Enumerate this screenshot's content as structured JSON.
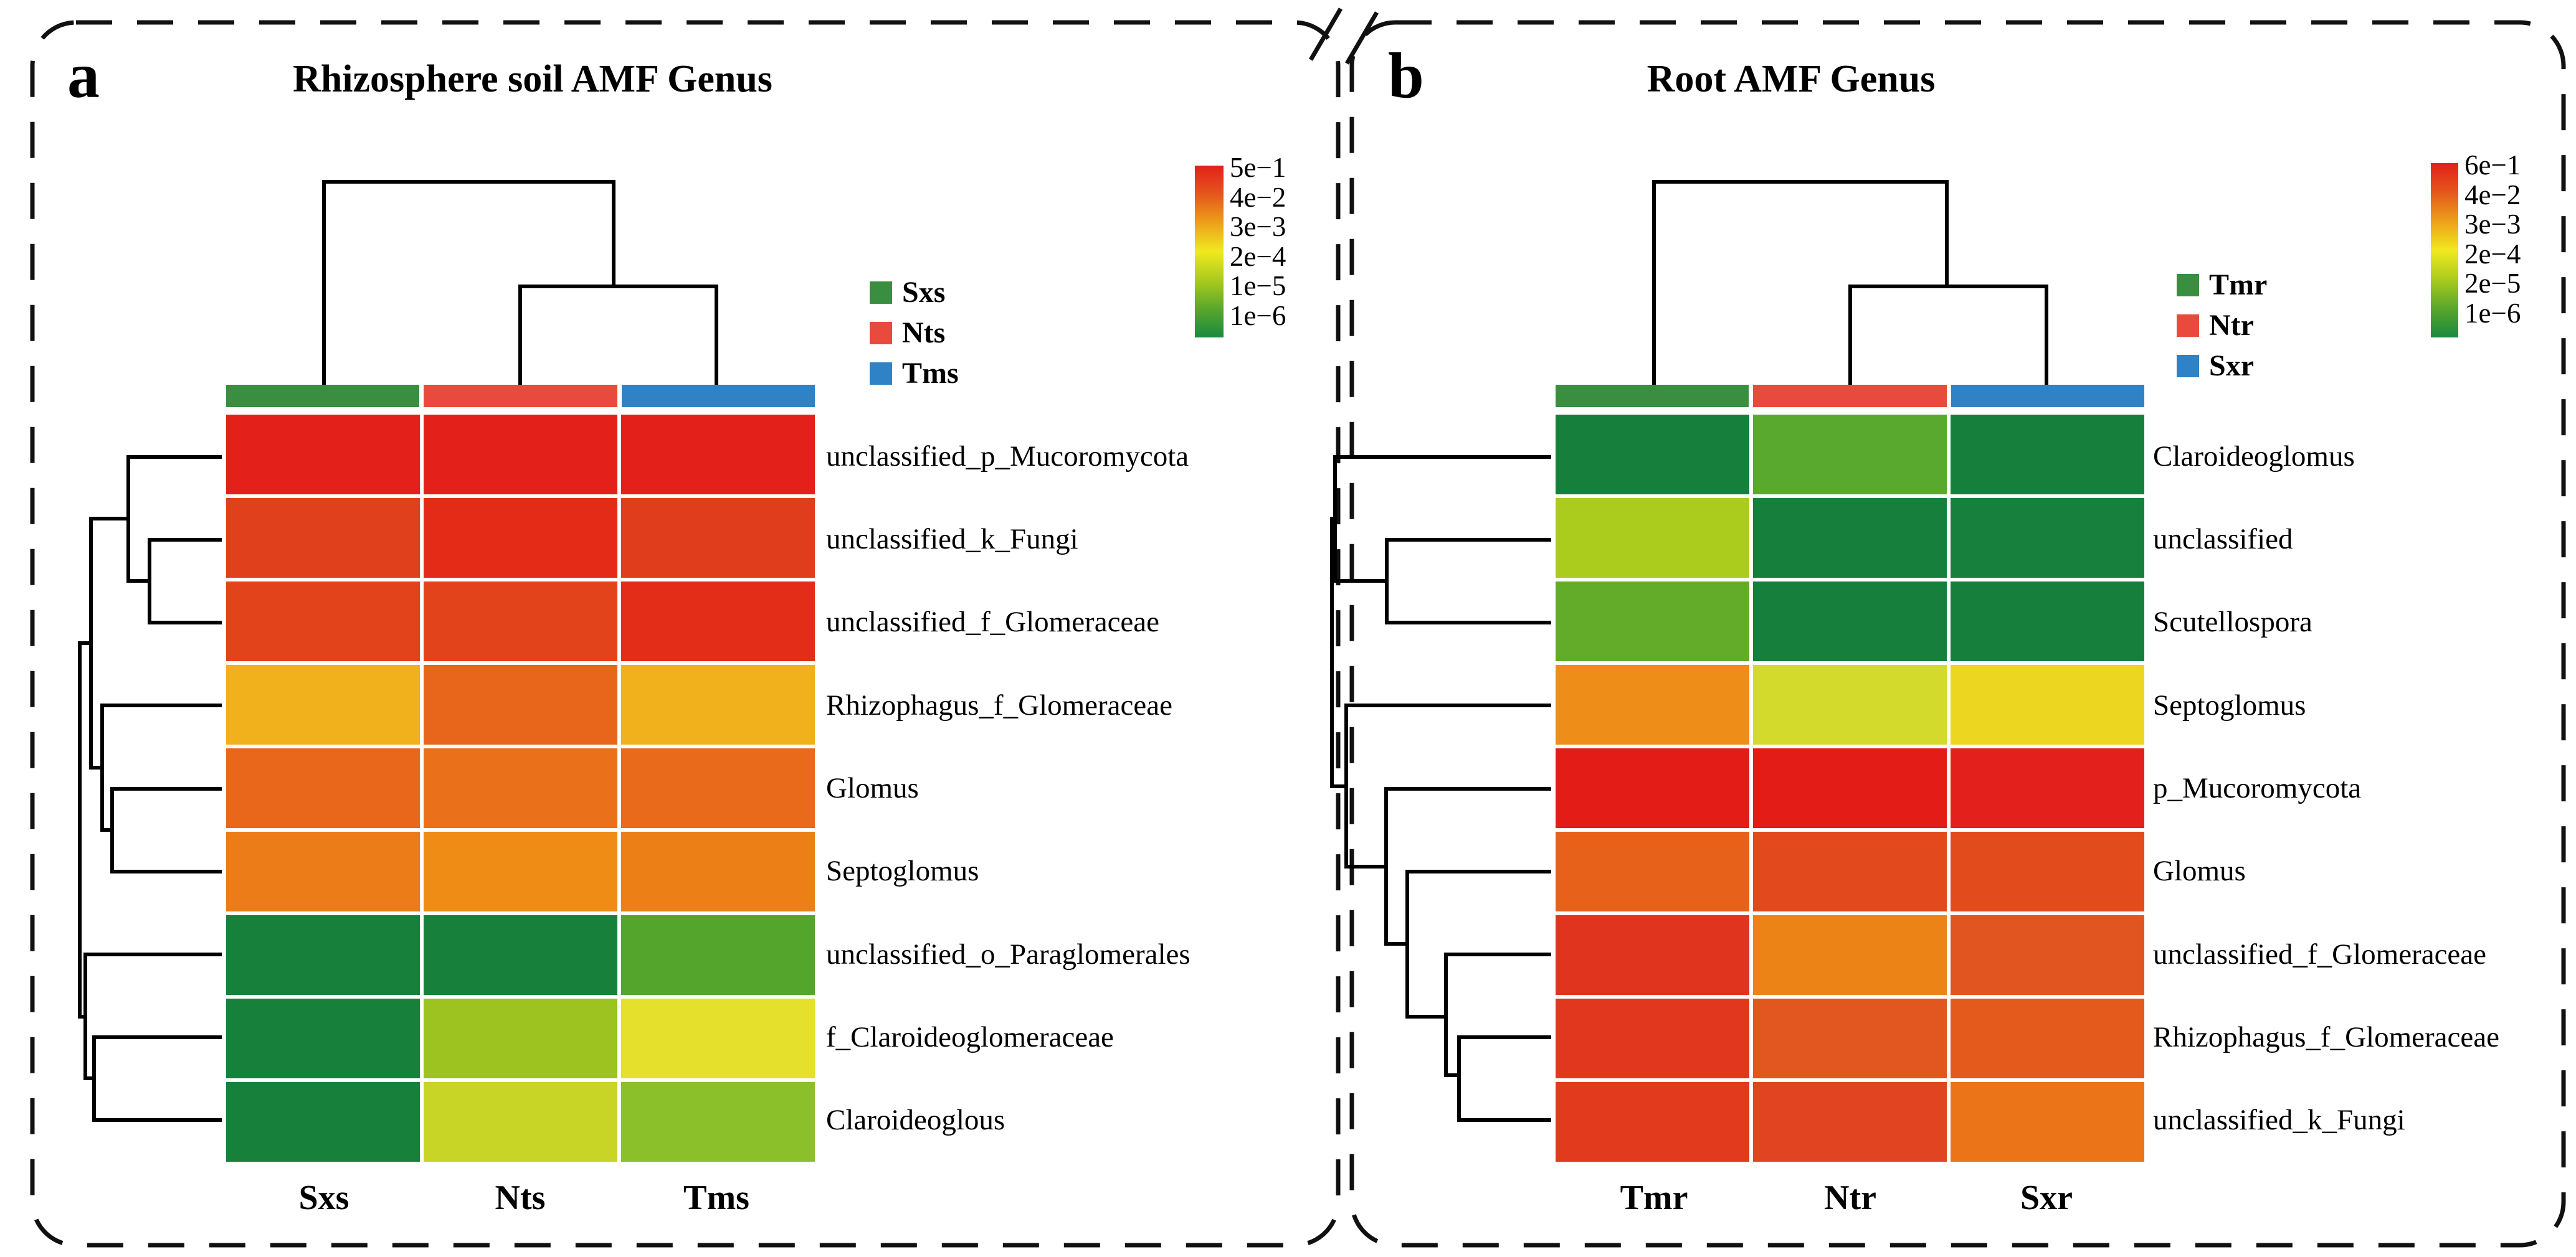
{
  "chart_data": [
    {
      "type": "heatmap",
      "panel": "a",
      "title": "Rhizosphere soil AMF Genus",
      "columns": [
        "Sxs",
        "Nts",
        "Tms"
      ],
      "rows": [
        "unclassified_p_Mucoromycota",
        "unclassified_k_Fungi",
        "unclassified_f_Glomeraceae",
        "Rhizophagus_f_Glomeraceae",
        "Glomus",
        "Septoglomus",
        "unclassified_o_Paraglomerales",
        "f_Claroideoglomeraceae",
        "Claroideoglous"
      ],
      "cell_colors": [
        [
          "#e32019",
          "#e32019",
          "#e32019"
        ],
        [
          "#e0401c",
          "#e32b18",
          "#e03d1c"
        ],
        [
          "#e2431b",
          "#e2431b",
          "#e32d18"
        ],
        [
          "#f0b11c",
          "#e7661c",
          "#f0b11c"
        ],
        [
          "#e9671a",
          "#ea701a",
          "#e96a1a"
        ],
        [
          "#ec7c17",
          "#ee8c15",
          "#ec8017"
        ],
        [
          "#17813c",
          "#17813c",
          "#53a52c"
        ],
        [
          "#17813c",
          "#9cc31f",
          "#e4e02c"
        ],
        [
          "#17813c",
          "#c8d426",
          "#8cc02a"
        ]
      ],
      "approx_values": [
        [
          0.4,
          0.4,
          0.4
        ],
        [
          0.12,
          0.3,
          0.12
        ],
        [
          0.1,
          0.1,
          0.25
        ],
        [
          0.003,
          0.03,
          0.003
        ],
        [
          0.03,
          0.025,
          0.03
        ],
        [
          0.015,
          0.01,
          0.012
        ],
        [
          1e-06,
          1e-06,
          5e-06
        ],
        [
          1e-06,
          3e-05,
          0.0002
        ],
        [
          1e-06,
          8e-05,
          2e-05
        ]
      ],
      "value_scale_ticks": [
        "5e−1",
        "4e−2",
        "3e−3",
        "2e−4",
        "1e−5",
        "1e−6"
      ],
      "legend": [
        {
          "label": "Sxs",
          "color": "#3a8e3f"
        },
        {
          "label": "Nts",
          "color": "#e84a3c"
        },
        {
          "label": "Tms",
          "color": "#2e82c5"
        }
      ],
      "column_strip_colors": [
        "#3a8e3f",
        "#e84a3c",
        "#2e82c5"
      ],
      "col_dendrogram": "(Sxs,(Nts,Tms))",
      "row_dendrogram": "(((r1,(r2,r3)),(r4,(r5,r6))),(r7,(r8,r9)))"
    },
    {
      "type": "heatmap",
      "panel": "b",
      "title": "Root AMF Genus",
      "columns": [
        "Tmr",
        "Ntr",
        "Sxr"
      ],
      "rows": [
        "Claroideoglomus",
        "unclassified",
        "Scutellospora",
        "Septoglomus",
        "p_Mucoromycota",
        "Glomus",
        "unclassified_f_Glomeraceae",
        "Rhizophagus_f_Glomeraceae",
        "unclassified_k_Fungi"
      ],
      "cell_colors": [
        [
          "#157f3b",
          "#58a92d",
          "#157f3b"
        ],
        [
          "#abcb1d",
          "#157f3b",
          "#17803c"
        ],
        [
          "#62ac2a",
          "#157f3b",
          "#157f3b"
        ],
        [
          "#ee8d17",
          "#d4da2b",
          "#ecd61f"
        ],
        [
          "#e31c17",
          "#e31c17",
          "#e3201b"
        ],
        [
          "#e8611b",
          "#e24a1d",
          "#e24b1c"
        ],
        [
          "#e0341f",
          "#eb8317",
          "#e15620"
        ],
        [
          "#e0371e",
          "#e25620",
          "#e4591c"
        ],
        [
          "#e23a1c",
          "#e04421",
          "#ea7417"
        ]
      ],
      "approx_values": [
        [
          1e-06,
          5e-06,
          1e-06
        ],
        [
          4e-05,
          1e-06,
          1e-06
        ],
        [
          6e-06,
          1e-06,
          1e-06
        ],
        [
          0.01,
          0.0001,
          0.0002
        ],
        [
          0.5,
          0.5,
          0.5
        ],
        [
          0.03,
          0.1,
          0.1
        ],
        [
          0.2,
          0.01,
          0.08
        ],
        [
          0.2,
          0.08,
          0.07
        ],
        [
          0.18,
          0.13,
          0.02
        ]
      ],
      "value_scale_ticks": [
        "6e−1",
        "4e−2",
        "3e−3",
        "2e−4",
        "2e−5",
        "1e−6"
      ],
      "legend": [
        {
          "label": "Tmr",
          "color": "#3a8e3f"
        },
        {
          "label": "Ntr",
          "color": "#e84a3c"
        },
        {
          "label": "Sxr",
          "color": "#2e82c5"
        }
      ],
      "column_strip_colors": [
        "#3a8e3f",
        "#e84a3c",
        "#2e82c5"
      ],
      "col_dendrogram": "(Tmr,(Ntr,Sxr))",
      "row_dendrogram": "((r1,(r2,r3)),(r4,(r5,(r6,(r7,(r8,r9))))))"
    }
  ],
  "colors": {
    "heat_scale_gradient": [
      "#e3201a",
      "#e4571c",
      "#eda01a",
      "#f0e91e",
      "#abcb1d",
      "#5aa72c",
      "#188a3e"
    ],
    "dendrogram_line": "#000000",
    "border": "#111111"
  }
}
